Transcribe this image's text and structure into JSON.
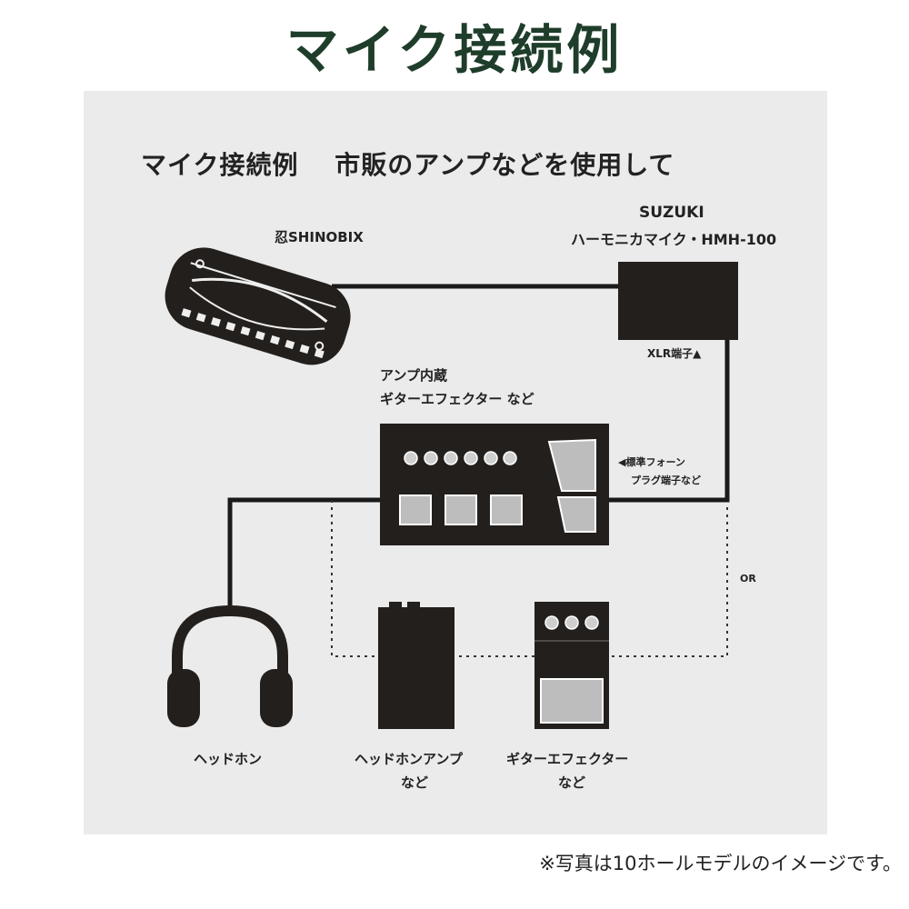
{
  "title": "マイク接続例",
  "panel": {
    "heading": "マイク接続例　 市販のアンプなどを使用して"
  },
  "labels": {
    "harmonica": "忍SHINOBIX",
    "mic_brand": "SUZUKI",
    "mic_model": "ハーモニカマイク・HMH-100",
    "xlr": "XLR端子▲",
    "effector_top_1": "アンプ内蔵",
    "effector_top_2": "ギターエフェクター など",
    "phone_jack_1": "◀標準フォーン",
    "phone_jack_2": "プラグ端子など",
    "or": "OR",
    "headphones": "ヘッドホン",
    "headphone_amp_1": "ヘッドホンアンプ",
    "headphone_amp_2": "など",
    "guitar_effector_1": "ギターエフェクター",
    "guitar_effector_2": "など"
  },
  "footnote": "※写真は10ホールモデルのイメージです。",
  "colors": {
    "title": "#1e3d2a",
    "panel": "#ebebeb",
    "device": "#231f1c"
  }
}
